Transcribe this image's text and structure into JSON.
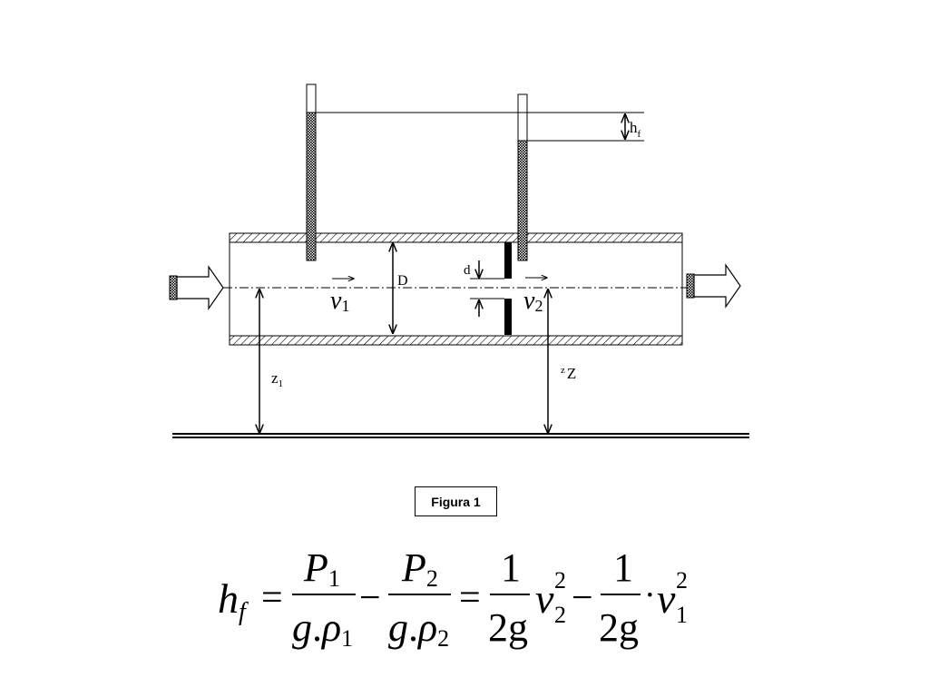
{
  "diagram": {
    "labels": {
      "hf_main": "h",
      "hf_sub": "f",
      "d": "d",
      "D": "D",
      "v1_main": "v",
      "v1_sub": "1",
      "v2_main": "v",
      "v2_sub": "2",
      "z1_main": "z",
      "z1_sub": "1",
      "z2_a": "z",
      "z2_b": "Z"
    }
  },
  "caption": "Figura 1",
  "formula": {
    "lhs_main": "h",
    "lhs_sub": "f",
    "eq1": "=",
    "frac1_num_main": "P",
    "frac1_num_sub": "1",
    "frac1_den_g": "g",
    "frac1_den_dot": ".",
    "frac1_den_rho": "ρ",
    "frac1_den_sub": "1",
    "minus1": "−",
    "frac2_num_main": "P",
    "frac2_num_sub": "2",
    "frac2_den_g": "g",
    "frac2_den_dot": ".",
    "frac2_den_rho": "ρ",
    "frac2_den_sub": "2",
    "eq2": "=",
    "frac3_num": "1",
    "frac3_den": "2g",
    "term3_main": "v",
    "term3_sup": "2",
    "term3_sub": "2",
    "minus2": "−",
    "frac4_num": "1",
    "frac4_den": "2g",
    "cdot": "·",
    "term4_main": "v",
    "term4_sup": "2",
    "term4_sub": "1"
  }
}
